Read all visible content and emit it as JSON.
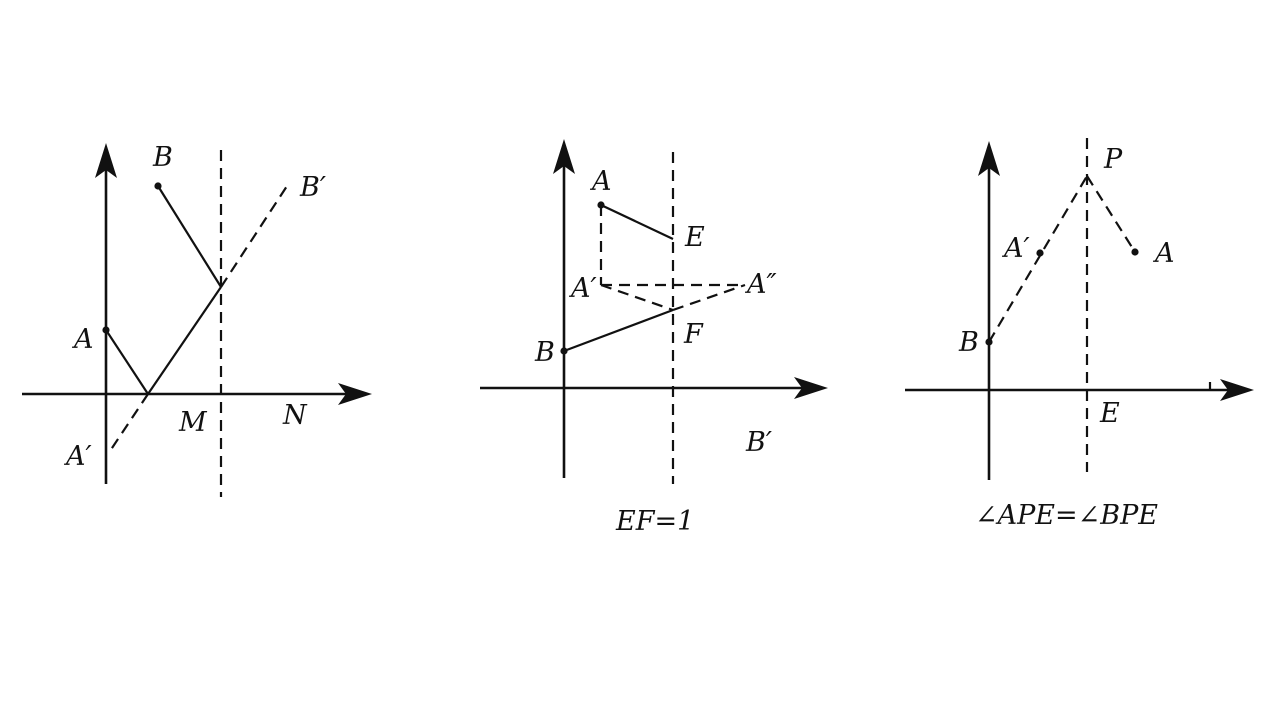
{
  "figure1": {
    "labels": {
      "B": "B",
      "B_prime": "B′",
      "A": "A",
      "A_prime": "A′",
      "M": "M",
      "N": "N"
    }
  },
  "figure2": {
    "labels": {
      "A": "A",
      "E": "E",
      "A_prime": "A′",
      "A_double_prime": "A″",
      "F": "F",
      "B": "B",
      "B_prime": "B′"
    },
    "caption": "EF=1"
  },
  "figure3": {
    "labels": {
      "P": "P",
      "A_prime": "A′",
      "A": "A",
      "B": "B",
      "E": "E"
    },
    "caption": "∠APE=∠BPE"
  }
}
